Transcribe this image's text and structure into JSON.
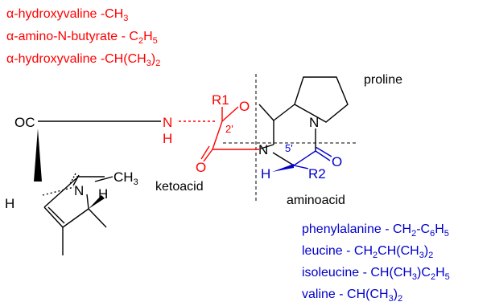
{
  "red_legend": [
    {
      "name": "α-hydroxyvaline -CH",
      "sub": "3",
      "rest": ""
    },
    {
      "name": "α-amino-N-butyrate  - C",
      "sub": "2",
      "rest": "H",
      "sub2": "5"
    },
    {
      "name": "α-hydroxyvaline  -CH(CH",
      "sub": "3",
      "rest": ")",
      "sub2": "2"
    }
  ],
  "blue_legend": [
    {
      "name": "phenylalanine  - CH",
      "sub": "2",
      "rest": "-C",
      "sub2": "6",
      "rest2": "H",
      "sub3": "5"
    },
    {
      "name": "leucine  - CH",
      "sub": "2",
      "rest": "CH(CH",
      "sub2": "3",
      "rest2": ")",
      "sub3": "2"
    },
    {
      "name": "isoleucine  - CH(CH",
      "sub": "3",
      "rest": ")C",
      "sub2": "2",
      "rest2": "H",
      "sub3": "5"
    },
    {
      "name": "valine  - CH(CH",
      "sub": "3",
      "rest": ")",
      "sub2": "2",
      "rest2": "",
      "sub3": ""
    }
  ],
  "labels": {
    "proline": "proline",
    "ketoacid": "ketoacid",
    "aminoacid": "aminoacid",
    "oc": "OC",
    "n_amide": "N",
    "h_amide": "H",
    "r1": "R1",
    "o_ring": "O",
    "pos2": "2'",
    "o_keto": "O",
    "n_center": "N",
    "pos5": "5'",
    "h_amino": "H",
    "r2": "R2",
    "o_amino": "O",
    "n_proline": "N",
    "n_lyserg": "N",
    "ch3": "CH",
    "ch3_sub": "3",
    "h_left": "H",
    "h_right": "H"
  },
  "colors": {
    "ketoacid": "#ff0000",
    "aminoacid": "#0000cc",
    "core": "#000000"
  }
}
